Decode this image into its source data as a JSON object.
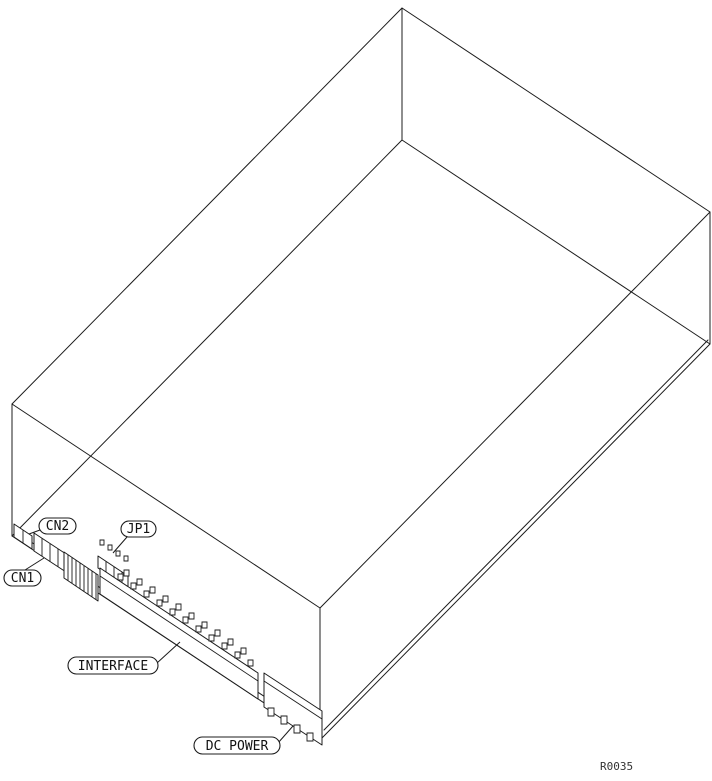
{
  "figure": {
    "colors": {
      "line": "#1c1c1c",
      "background": "#ffffff"
    },
    "callouts": [
      {
        "id": "cn2",
        "label": "CN2"
      },
      {
        "id": "cn1",
        "label": "CN1"
      },
      {
        "id": "jp1",
        "label": "JP1"
      },
      {
        "id": "interface",
        "label": "INTERFACE"
      },
      {
        "id": "dc-power",
        "label": "DC POWER"
      }
    ],
    "reference": "R0035"
  }
}
